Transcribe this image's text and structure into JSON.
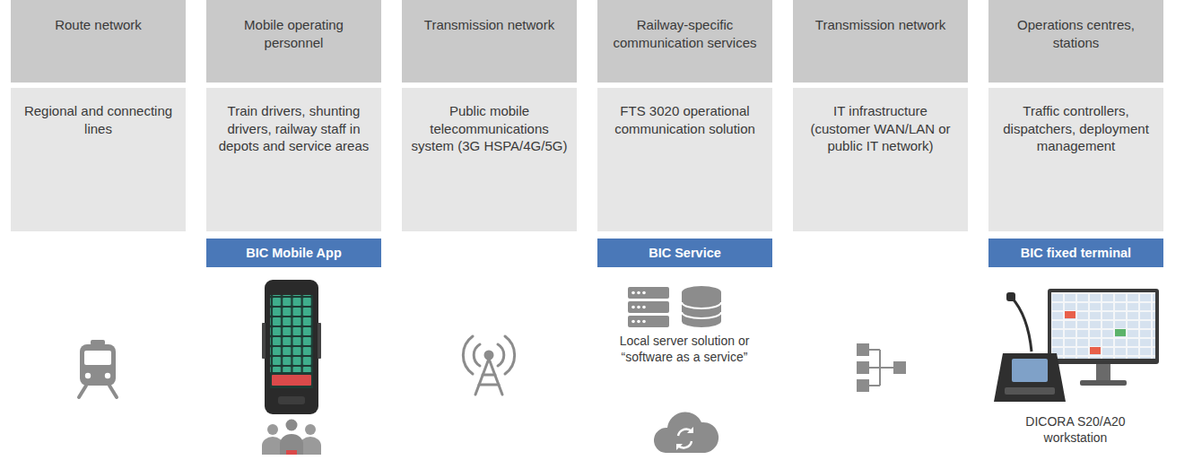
{
  "diagram": {
    "nodes": [
      {
        "text": [
          "Route network"
        ]
      },
      {
        "text": [
          "Regional and connecting lines"
        ]
      },
      {
        "text": [
          "Mobile operating personnel"
        ]
      },
      {
        "text": [
          "Train drivers, shunting drivers, railway staff in depots and service areas"
        ]
      },
      {
        "text": [
          "BIC Mobile App"
        ]
      },
      {
        "text": [
          "Transmission network"
        ]
      },
      {
        "text": [
          "Public mobile telecommunications system (3G HSPA/4G/5G)"
        ]
      },
      {
        "text": [
          "Railway-specific communication services"
        ]
      },
      {
        "text": [
          "FTS 3020 operational communication solution"
        ]
      },
      {
        "text": [
          "BIC Service"
        ]
      },
      {
        "text": [
          "Transmission network"
        ]
      },
      {
        "text": [
          "IT infrastructure (customer WAN/LAN or public IT network)"
        ]
      },
      {
        "text": [
          "Operations centres, stations"
        ]
      },
      {
        "text": [
          "Traffic controllers, dispatchers, deployment management"
        ]
      },
      {
        "text": [
          "BIC fixed terminal"
        ]
      }
    ],
    "labels": [
      "Local server solution or “software as a service”",
      "DICORA S20/A20 workstation"
    ]
  }
}
